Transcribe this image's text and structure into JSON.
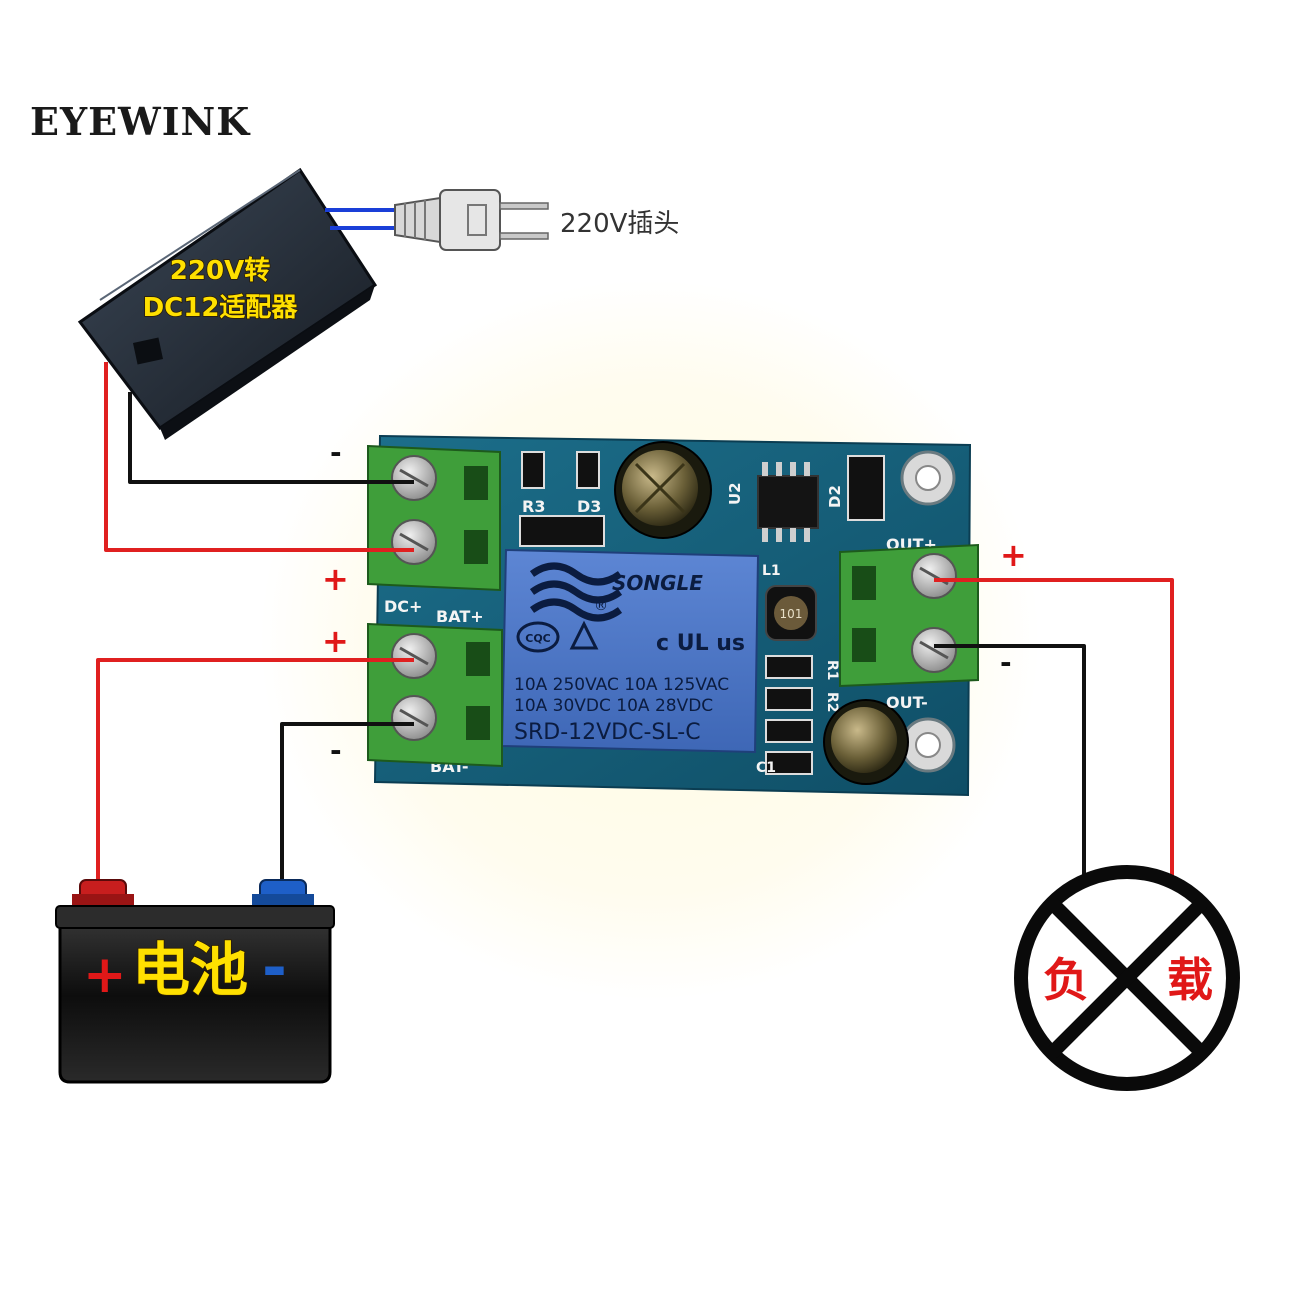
{
  "brand": "EYEWINK",
  "adapter": {
    "line1": "220V转",
    "line2": "DC12适配器"
  },
  "plug_label": "220V插头",
  "battery": {
    "label": "电池",
    "plus": "+",
    "minus": "-"
  },
  "load": {
    "left": "负",
    "right": "载"
  },
  "pcb": {
    "dc_plus": "DC+",
    "bat_plus": "BAT+",
    "bat_minus": "BAT-",
    "out_plus": "OUT+",
    "out_minus": "OUT-",
    "r3": "R3",
    "d3": "D3",
    "u2": "U2",
    "d2": "D2",
    "r1": "R1",
    "r2": "R2",
    "c1": "C1",
    "l1": "L1",
    "inductor": "101"
  },
  "relay": {
    "brand": "SONGLE",
    "registered": "®",
    "cqc": "CQC",
    "ul": "c UL us",
    "rating1": "10A 250VAC  10A 125VAC",
    "rating2": "10A  30VDC  10A  28VDC",
    "model": "SRD-12VDC-SL-C"
  },
  "terminal_signs": {
    "dc_minus": "-",
    "dc_plus": "+",
    "bat_plus": "+",
    "bat_minus": "-",
    "out_plus": "+",
    "out_minus": "-"
  },
  "colors": {
    "positive_wire": "#e02020",
    "negative_wire": "#111111",
    "pcb": "#1d6f8c",
    "terminal": "#3f9e3a",
    "relay": "#4a76c8"
  }
}
